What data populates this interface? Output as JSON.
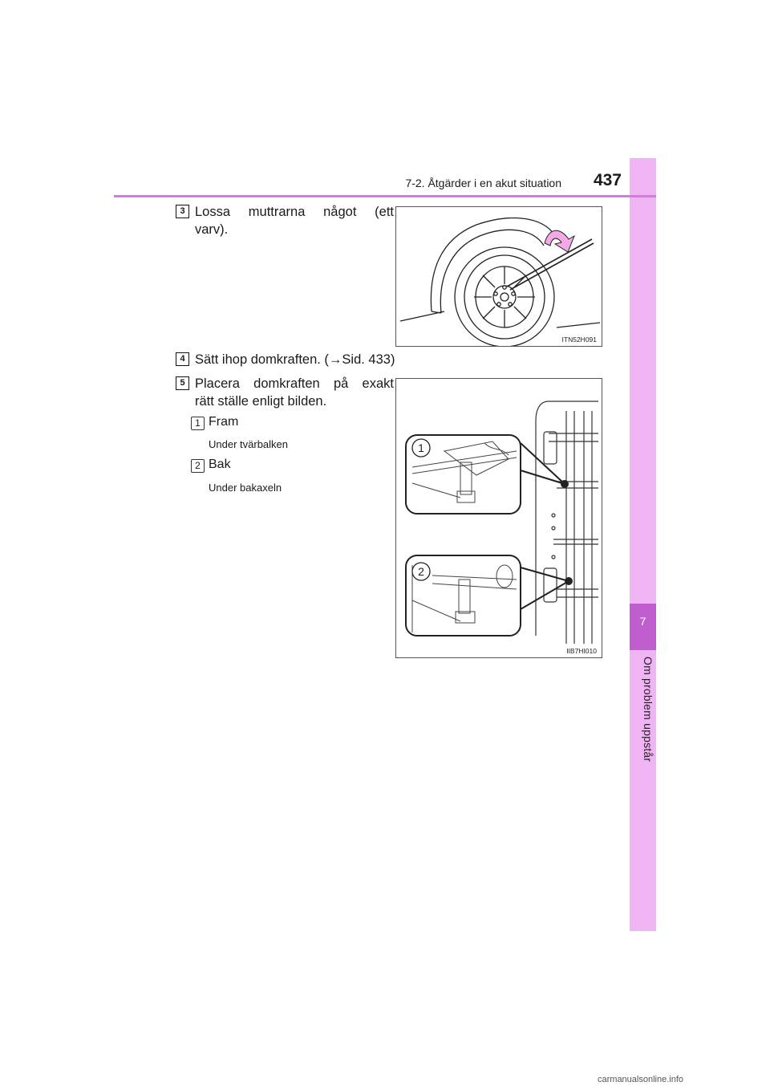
{
  "header": {
    "section_title": "7-2. Åtgärder i en akut situation",
    "page_number": "437"
  },
  "side_tab": {
    "chapter_number": "7",
    "chapter_title": "Om problem uppstår"
  },
  "steps": [
    {
      "badge": "3",
      "text_lines": [
        "Lossa muttrarna något (ett",
        "varv)."
      ]
    },
    {
      "badge": "4",
      "text": "Sätt ihop domkraften. (→Sid. 433)"
    },
    {
      "badge": "5",
      "text_lines": [
        "Placera domkraften på exakt",
        "rätt ställe enligt bilden."
      ]
    }
  ],
  "locations": [
    {
      "number": "1",
      "label": "Fram",
      "note": "Under tvärbalken"
    },
    {
      "number": "2",
      "label": "Bak",
      "note": "Under bakaxeln"
    }
  ],
  "figures": {
    "wheel_code": "ITN52H091",
    "jack_code": "IIB7HI010",
    "callout_1": "1",
    "callout_2": "2"
  },
  "watermark": "carmanualsonline.info"
}
